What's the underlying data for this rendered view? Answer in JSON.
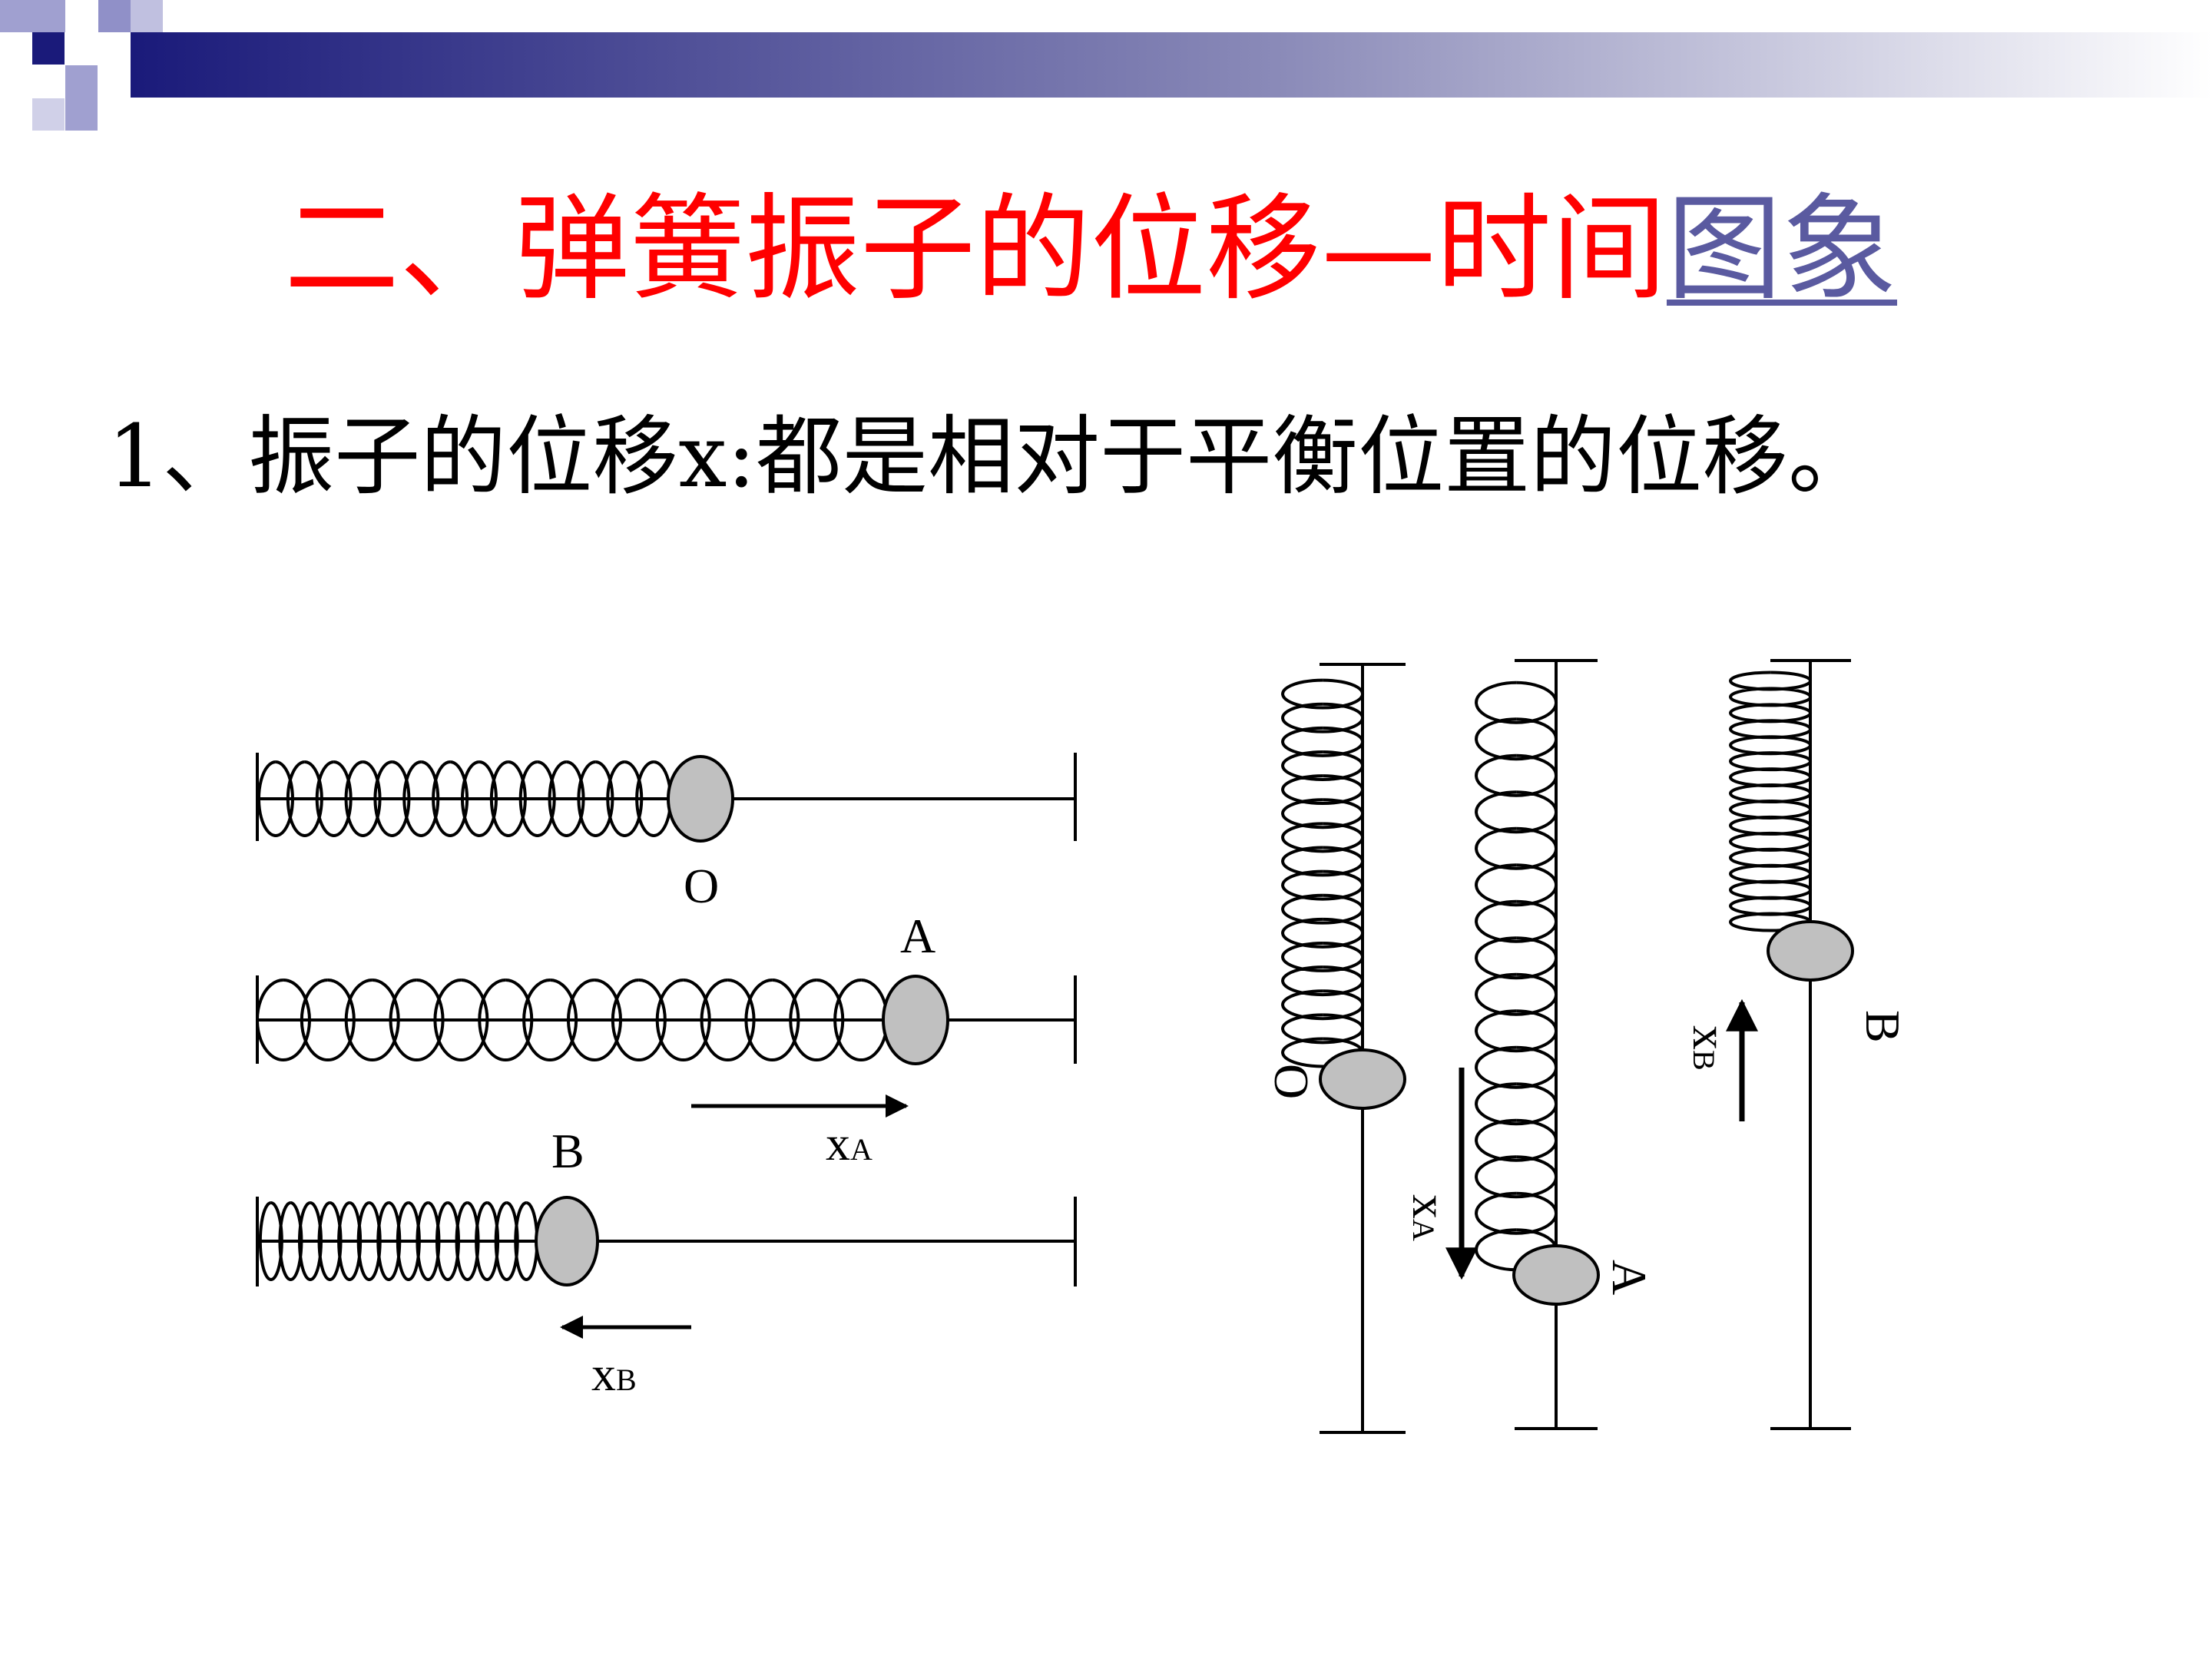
{
  "slide": {
    "title_main": "二、弹簧振子的位移—时间",
    "title_link": "图象",
    "point1": "1、振子的位移x:都是相对于平衡位置的位移。"
  },
  "colors": {
    "title": "#ff0000",
    "link": "#5a5aa0",
    "header_dark": "#1a1a7a",
    "ball": "#c0c0c0"
  },
  "figure": {
    "horizontal": {
      "label_o": "O",
      "label_a": "A",
      "label_b": "B",
      "label_xa": "x",
      "label_xa_sub": "A",
      "label_xb": "x",
      "label_xb_sub": "B"
    },
    "vertical": {
      "label_o": "O",
      "label_a": "A",
      "label_b": "B",
      "label_xa": "x",
      "label_xa_sub": "A",
      "label_xb": "x",
      "label_xb_sub": "B"
    }
  }
}
